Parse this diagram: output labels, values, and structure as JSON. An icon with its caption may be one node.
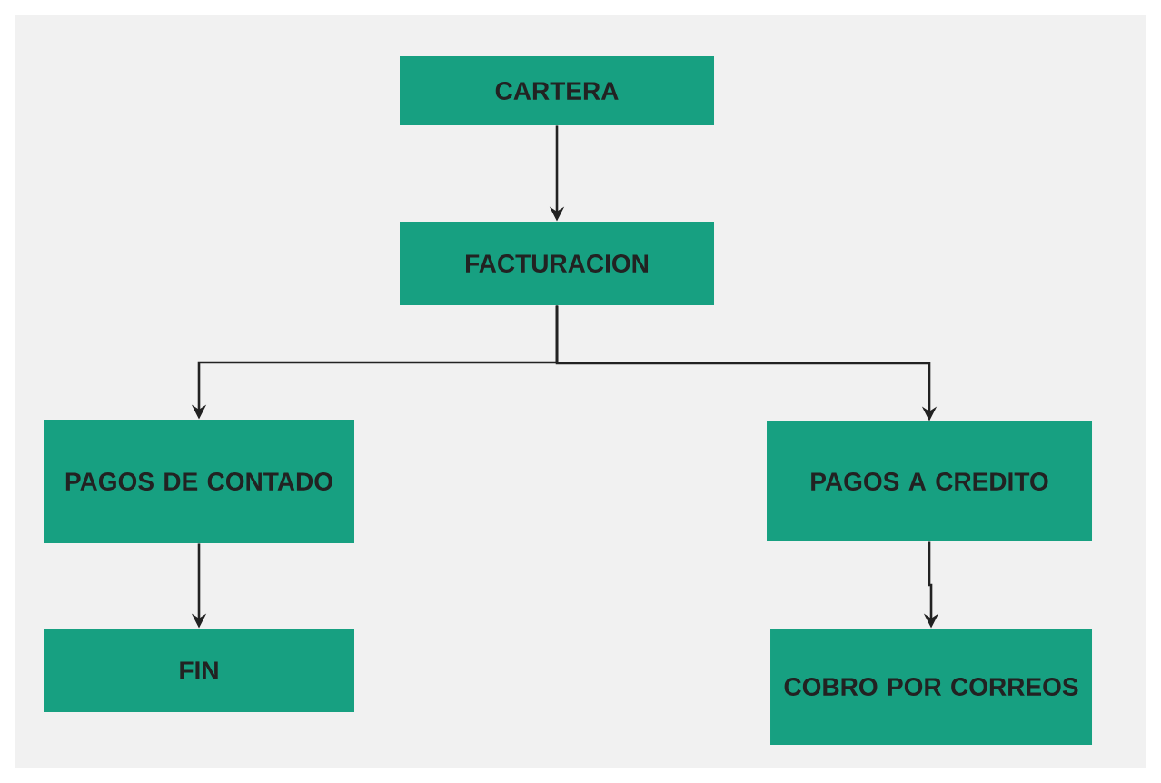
{
  "diagram": {
    "nodes": [
      {
        "text": [
          "CARTERA"
        ]
      },
      {
        "text": [
          "FACTURACION"
        ]
      },
      {
        "text": [
          "PAGOS DE CONTADO"
        ]
      },
      {
        "text": [
          "PAGOS A CREDITO"
        ]
      },
      {
        "text": [
          "FIN"
        ]
      },
      {
        "text": [
          "COBRO POR CORREOS"
        ]
      }
    ],
    "edges": [
      {
        "from": 0,
        "to": 1,
        "arrow": "to"
      },
      {
        "from": 1,
        "to": 2,
        "arrow": "to"
      },
      {
        "from": 1,
        "to": 3,
        "arrow": "to"
      },
      {
        "from": 2,
        "to": 4,
        "arrow": "to"
      },
      {
        "from": 3,
        "to": 5,
        "arrow": "to"
      }
    ]
  }
}
